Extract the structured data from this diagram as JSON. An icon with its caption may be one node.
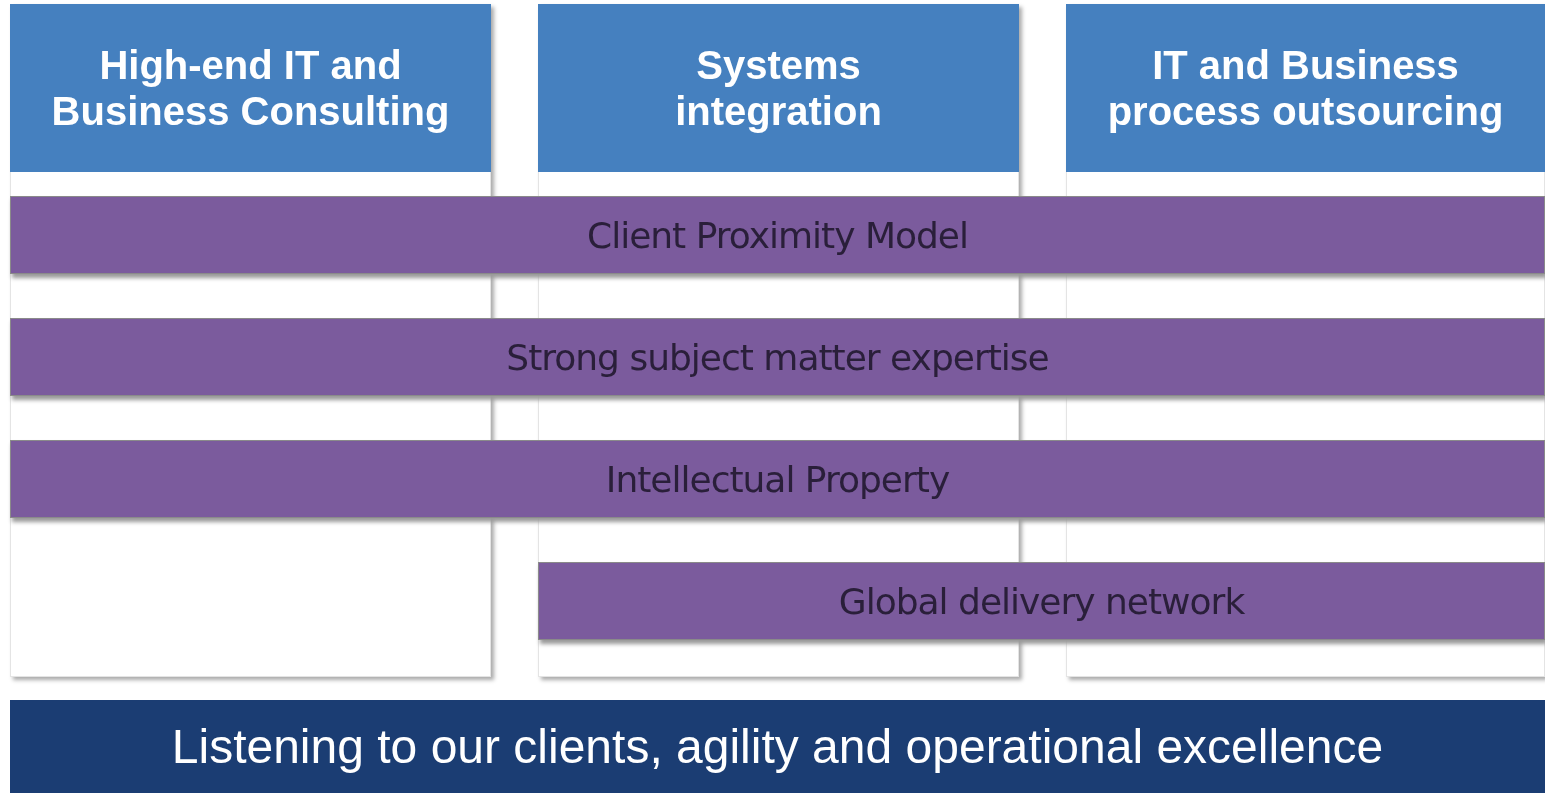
{
  "diagram": {
    "nodes": [
      {
        "text": [
          "High-end IT and Business Consulting"
        ]
      },
      {
        "text": [
          "Systems integration"
        ]
      },
      {
        "text": [
          "IT and Business process outsourcing"
        ]
      },
      {
        "text": [
          "Client Proximity Model"
        ]
      },
      {
        "text": [
          "Strong subject matter expertise"
        ]
      },
      {
        "text": [
          "Intellectual Property"
        ]
      },
      {
        "text": [
          "Global delivery network"
        ]
      },
      {
        "text": [
          "Listening to our clients, agility and operational excellence"
        ]
      }
    ]
  }
}
